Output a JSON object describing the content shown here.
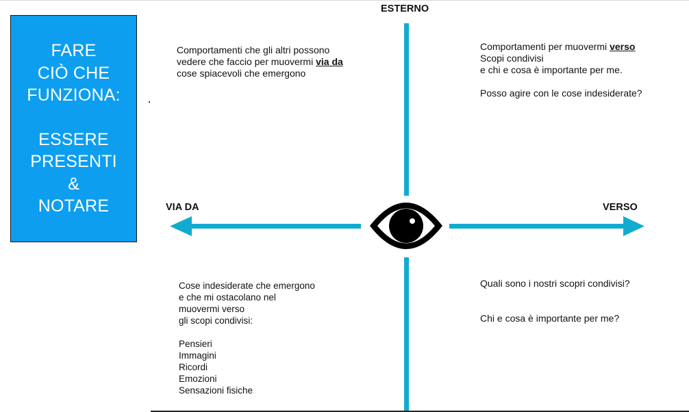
{
  "side_box": {
    "lines_top": [
      "FARE",
      "CIÒ CHE",
      "FUNZIONA:"
    ],
    "lines_bottom": [
      "ESSERE",
      "PRESENTI",
      "&",
      "NOTARE"
    ]
  },
  "axes": {
    "top_label": "ESTERNO",
    "left_label": "VIA DA",
    "right_label": "VERSO"
  },
  "quadrants": {
    "top_left": {
      "line1": "Comportamenti che gli altri possono",
      "line2_pre": "vedere che faccio per muovermi ",
      "line2_emph": "via da",
      "line3": "cose spiacevoli che emergono"
    },
    "top_right": {
      "line1_pre": "Comportamenti per muovermi ",
      "line1_emph": "verso",
      "line2": "Scopi condivisi",
      "line3": "e chi e cosa è importante per me.",
      "line4": "Posso agire con le cose indesiderate?"
    },
    "bottom_left": {
      "intro": [
        "Cose indesiderate che emergono",
        "e che mi ostacolano nel",
        "muovermi verso",
        "gli scopi condivisi:"
      ],
      "items": [
        "Pensieri",
        "Immagini",
        "Ricordi",
        "Emozioni",
        "Sensazioni fisiche"
      ]
    },
    "bottom_right": {
      "line1": "Quali sono i nostri scopri condivisi?",
      "line2": "Chi e cosa è importante per me?"
    }
  },
  "colors": {
    "accent": "#12abd0",
    "box_fill": "#0d9ef0",
    "text": "#111111"
  },
  "icons": [
    "eye-icon",
    "arrow-left-icon",
    "arrow-right-icon"
  ]
}
